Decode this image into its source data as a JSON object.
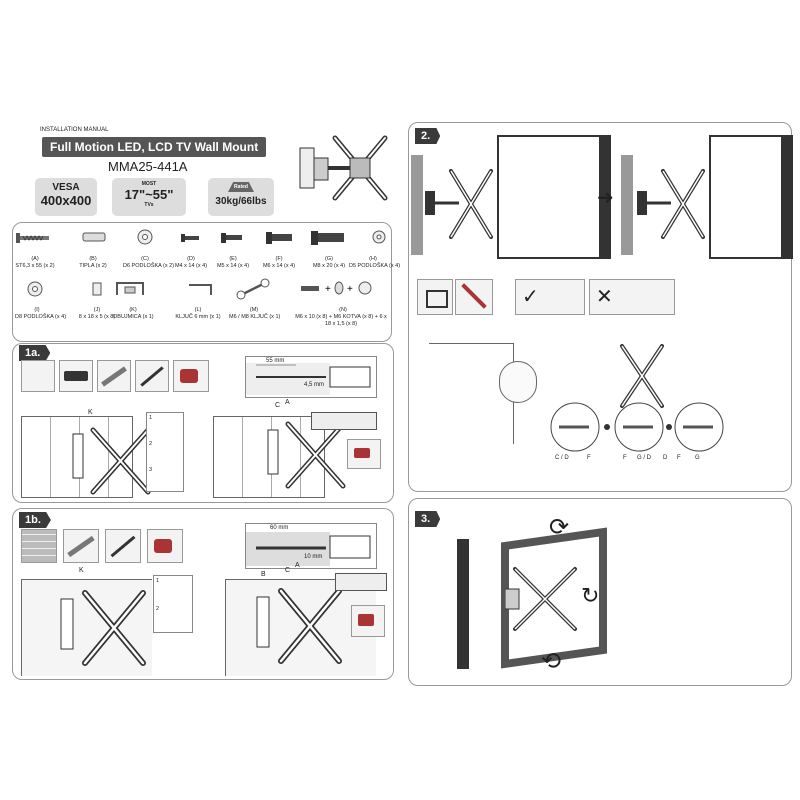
{
  "header": {
    "manual_label": "INSTALLATION MANUAL",
    "title": "Full Motion LED, LCD TV Wall Mount",
    "model": "MMA25-441A"
  },
  "specs": {
    "vesa_label": "VESA",
    "vesa_value": "400x400",
    "most_label": "MOST",
    "size_range": "17\"~55\"",
    "tvs_label": "TVs",
    "rated_label": "Rated",
    "rated_value": "30kg/66lbs"
  },
  "parts_row1": [
    {
      "id": "A",
      "label": "ST6,3 x 55 (x 2)"
    },
    {
      "id": "B",
      "label": "TIPLA (x 2)"
    },
    {
      "id": "C",
      "label": "D6 PODLOŠKA (x 2)"
    },
    {
      "id": "D",
      "label": "M4 x 14 (x 4)"
    },
    {
      "id": "E",
      "label": "M5 x 14 (x 4)"
    },
    {
      "id": "F",
      "label": "M6 x 14 (x 4)"
    },
    {
      "id": "G",
      "label": "M8 x 20 (x 4)"
    },
    {
      "id": "H",
      "label": "D5 PODLOŠKA (x 4)"
    }
  ],
  "parts_row2": [
    {
      "id": "I",
      "label": "D8 PODLOŠKA (x 4)"
    },
    {
      "id": "J",
      "label": "8 x 18 x 5 (x 8)"
    },
    {
      "id": "K",
      "label": "OBUJMICA (x 1)"
    },
    {
      "id": "L",
      "label": "KLJUČ 6 mm (x 1)"
    },
    {
      "id": "M",
      "label": "M6 / M8 KLJUČ (x 1)"
    },
    {
      "id": "N",
      "label": "M6 x 10 (x 8) + M6 KOTVA (x 8) + 6 x 18 x 1,5 (x 8)"
    }
  ],
  "steps": {
    "s1a": "1a.",
    "s1b": "1b.",
    "s2": "2.",
    "s3": "3."
  },
  "step1a": {
    "depth_label": "55 mm",
    "diam_label": "4,5 mm",
    "label_k": "K",
    "label_c": "C",
    "label_a": "A",
    "sub1": "1",
    "sub2": "2",
    "sub3": "3"
  },
  "step1b": {
    "depth_label": "60 mm",
    "diam_label": "10 mm",
    "label_k": "K",
    "label_b": "B",
    "label_c": "C",
    "label_a": "A",
    "sub1": "1",
    "sub2": "2"
  },
  "step2": {
    "labels": [
      "C / D",
      "F",
      "F",
      "G / D",
      "D",
      "F",
      "G"
    ]
  }
}
